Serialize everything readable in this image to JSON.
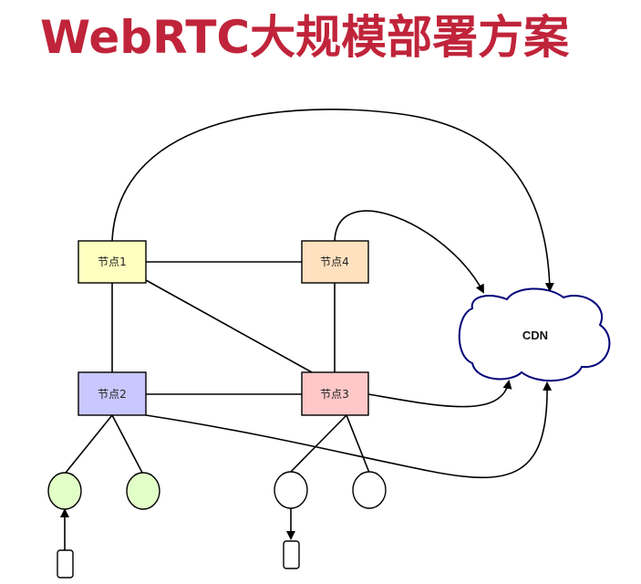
{
  "title": "WebRTC大规模部署方案",
  "nodes": [
    {
      "id": "node1",
      "label": "节点1",
      "fill": "#ffffc0"
    },
    {
      "id": "node4",
      "label": "节点4",
      "fill": "#ffe1c0"
    },
    {
      "id": "node2",
      "label": "节点2",
      "fill": "#c8c8ff"
    },
    {
      "id": "node3",
      "label": "节点3",
      "fill": "#ffc8c8"
    }
  ],
  "cdn": {
    "label": "CDN",
    "stroke": "#00007a"
  },
  "colors": {
    "title": "#c0243a",
    "client_green": "#e2ffc8",
    "client_white": "#ffffff",
    "line": "#000000"
  }
}
